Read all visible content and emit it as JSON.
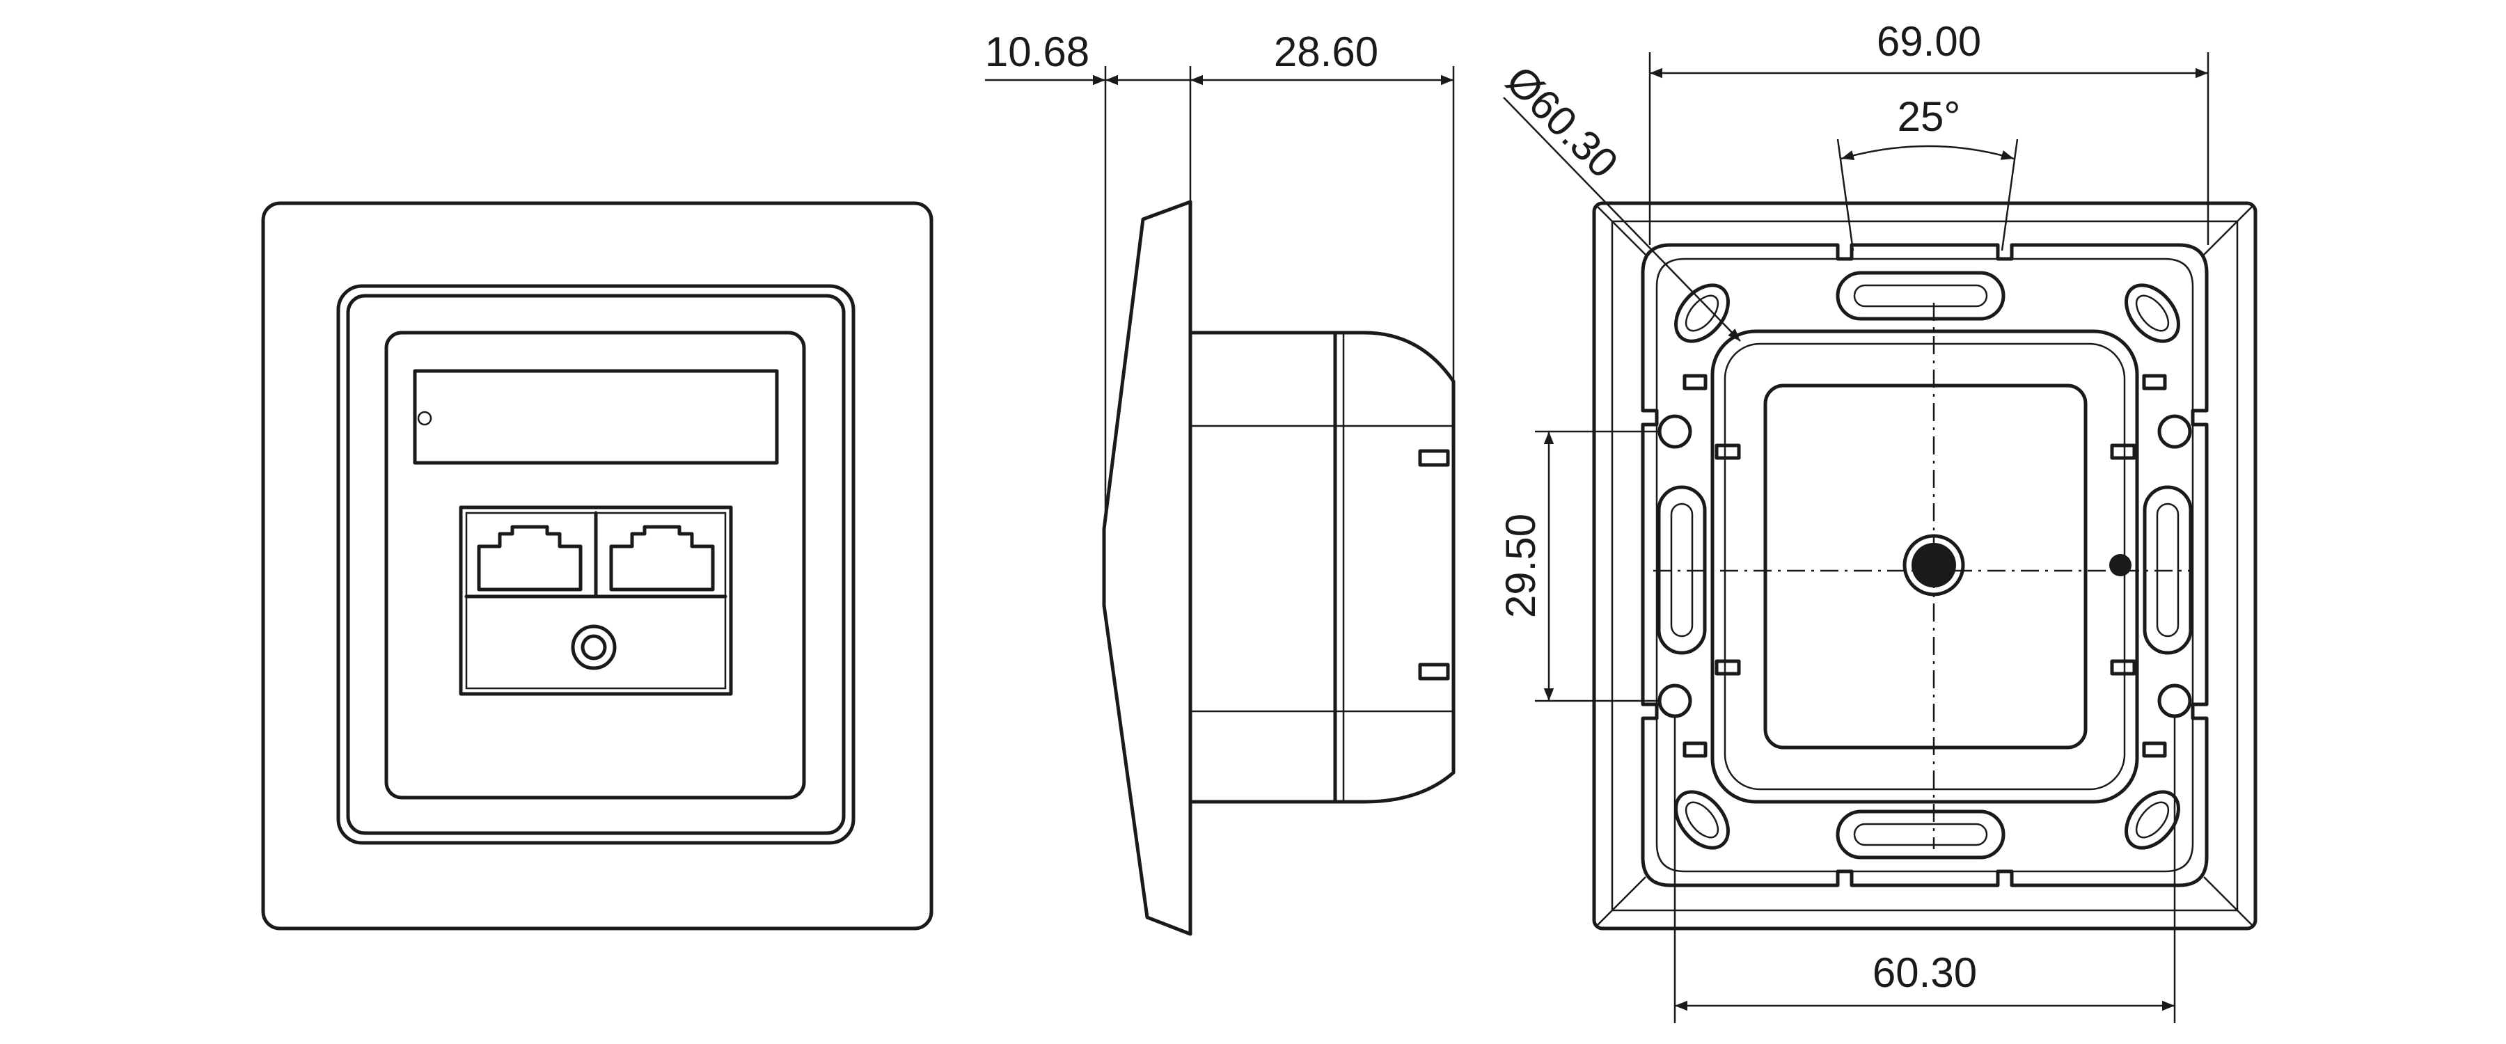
{
  "dimensions": {
    "front_depth": "10.68",
    "body_depth": "28.60",
    "diameter": "Ø60.30",
    "frame_width": "69.00",
    "angle": "25°",
    "hole_spacing": "29.50",
    "insert_width": "60.30"
  },
  "colors": {
    "line": "#1a1a1a",
    "background": "#ffffff"
  }
}
